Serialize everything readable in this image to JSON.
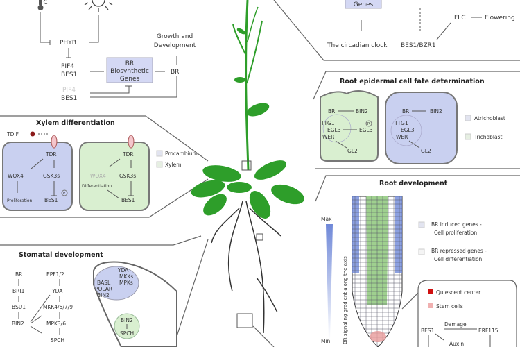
{
  "top_left": {
    "phyb": "PHYB",
    "pif4": "PIF4",
    "bes1": "BES1",
    "br_box": [
      "BR",
      "Biosynthetic",
      "Genes"
    ],
    "br": "BR",
    "growth": [
      "Growth and",
      "Development"
    ],
    "pif4_faded": "PIF4",
    "bes1_b": "BES1",
    "icons": [
      "thermometer-icon",
      "sun-icon"
    ]
  },
  "top_right": {
    "genes_box": "Genes",
    "circadian": "The circadian clock",
    "bes1_bzr1": "BES1/BZR1",
    "flc": "FLC",
    "flowering": "Flowering"
  },
  "xylem": {
    "title": "Xylem differentiation",
    "tdif": "TDIF",
    "procambium_cell": {
      "tdr": "TDR",
      "wox4": "WOX4",
      "gsk3s": "GSK3s",
      "proliferation": "Proliferation",
      "bes1": "BES1",
      "p": "P"
    },
    "xylem_cell": {
      "tdr": "TDR",
      "wox4": "WOX4",
      "gsk3s": "GSK3s",
      "differentiation": "Differentiation",
      "bes1": "BES1"
    },
    "legend": [
      "Procambium",
      "Xylem"
    ]
  },
  "root_epidermal": {
    "title": "Root epidermal cell fate determination",
    "trichoblast_cell": {
      "br": "BR",
      "bin2": "BIN2",
      "ttg1": "TTG1",
      "egl3": "EGL3",
      "egl3_p": "EGL3",
      "p": "P",
      "wer": "WER",
      "gl2": "GL2"
    },
    "atrichoblast_cell": {
      "br": "BR",
      "bin2": "BIN2",
      "ttg1": "TTG1",
      "egl3": "EGL3",
      "wer": "WER",
      "gl2": "GL2"
    },
    "legend": [
      "Atrichoblast",
      "Trichoblast"
    ]
  },
  "root_dev": {
    "title": "Root development",
    "max": "Max",
    "min": "Min",
    "axis_label": "BR signaling gradient along the axis",
    "legend": [
      [
        "BR induced genes -",
        "Cell proliferation"
      ],
      [
        "BR repressed genes -",
        "Cell differentiation"
      ]
    ],
    "inset": {
      "qc": "Quiescent center",
      "stem": "Stem cells",
      "bes1": "BES1",
      "damage": "Damage",
      "erf115": "ERF115",
      "auxin": "Auxin"
    }
  },
  "stomatal": {
    "title": "Stomatal development",
    "left_chain": [
      "BR",
      "BRI1",
      "BSU1",
      "BIN2"
    ],
    "right_chain": [
      "EPF1/2",
      "YDA",
      "MKK4/5/7/9",
      "MPK3/6",
      "SPCH"
    ],
    "blue_cluster": [
      "YDA",
      "MKKs",
      "MPKs",
      "BASL",
      "POLAR",
      "BIN2"
    ],
    "green_cluster": [
      "BIN2",
      "SPCH"
    ]
  },
  "colors": {
    "blue_cell": "#c9d0f0",
    "green_cell": "#d9efd0",
    "plant": "#2e9e2a",
    "qc": "#d01010",
    "stem_cells": "#f0b0b0"
  }
}
